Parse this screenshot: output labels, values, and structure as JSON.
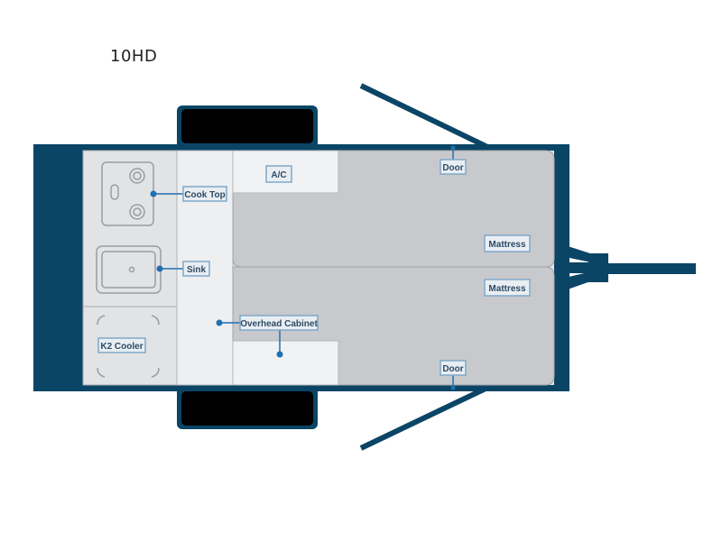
{
  "title": "10HD",
  "labels": {
    "cook_top": "Cook Top",
    "sink": "Sink",
    "k2_cooler": "K2 Cooler",
    "overhead_cabinet": "Overhead Cabinet",
    "ac": "A/C",
    "door_top": "Door",
    "door_bottom": "Door",
    "mattress_top": "Mattress",
    "mattress_bottom": "Mattress"
  },
  "colors": {
    "frame": "#0b4566",
    "tire": "#000000",
    "mattress": "#c8c9cc",
    "cabinet": "#eeeff1",
    "galley": "#e2e3e5",
    "callout": "#1f6fb2",
    "label_border": "#7fa8c9"
  }
}
